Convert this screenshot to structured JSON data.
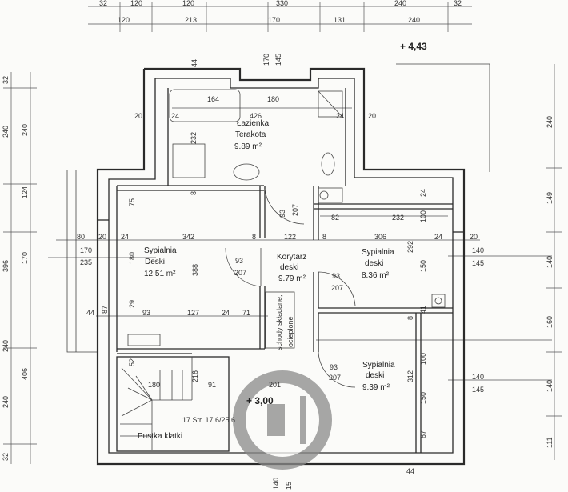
{
  "rooms": {
    "bathroom": {
      "name": "Łazienka",
      "finish": "Terakota",
      "area": "9.89 m²"
    },
    "bedroom_west": {
      "name": "Sypialnia",
      "finish": "Deski",
      "area": "12.51 m²"
    },
    "corridor": {
      "name": "Korytarz",
      "finish": "deski",
      "area": "9.79 m²"
    },
    "bedroom_east": {
      "name": "Sypialnia",
      "finish": "deski",
      "area": "8.36 m²"
    },
    "bedroom_south": {
      "name": "Sypialnia",
      "finish": "deski",
      "area": "9.39 m²"
    },
    "stair_label": "17 Str. 17.6/25.6",
    "stair_void": "Pustka klatki",
    "attic_stairs_1": "schody składane,",
    "attic_stairs_2": "ocieplone"
  },
  "levels": {
    "roof": "+ 4,43",
    "floor": "+ 3,00"
  },
  "dims": {
    "top_row1": [
      "32",
      "120",
      "120",
      "330",
      "240",
      "32"
    ],
    "top_row2": [
      "120",
      "213",
      "170",
      "131",
      "240"
    ],
    "left_row1": [
      "32",
      "240",
      "396",
      "406",
      "240",
      "32"
    ],
    "left_row2": [
      "240",
      "124",
      "170",
      "240"
    ],
    "right_row": [
      "240",
      "149",
      "140",
      "160",
      "140",
      "111"
    ],
    "interior": [
      "44",
      "170",
      "145",
      "426",
      "180",
      "164",
      "20",
      "24",
      "24",
      "20",
      "232",
      "8",
      "75",
      "342",
      "8",
      "122",
      "8",
      "306",
      "24",
      "20",
      "80",
      "20",
      "24",
      "170",
      "235",
      "180",
      "388",
      "93",
      "207",
      "93",
      "207",
      "93",
      "207",
      "82",
      "232",
      "100",
      "24",
      "292",
      "150",
      "140",
      "145",
      "44",
      "87",
      "29",
      "93",
      "127",
      "24",
      "71",
      "8",
      "41",
      "100",
      "312",
      "150",
      "140",
      "145",
      "52",
      "216",
      "180",
      "91",
      "201",
      "93",
      "207",
      "67",
      "44",
      "140",
      "15"
    ]
  }
}
